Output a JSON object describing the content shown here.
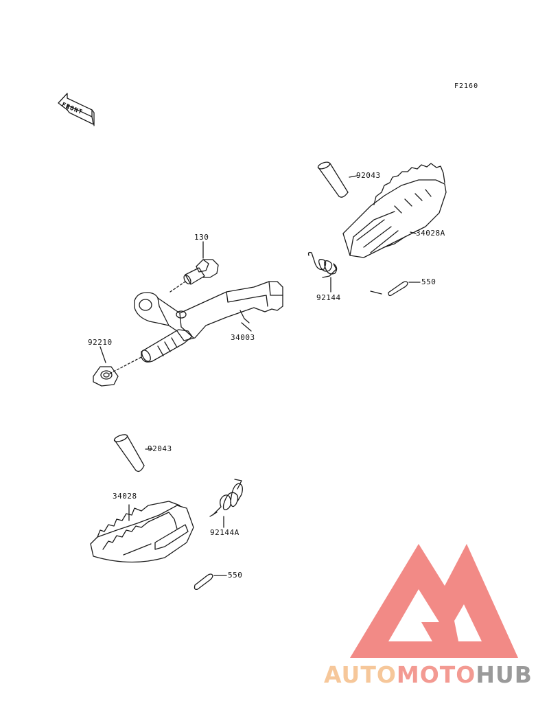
{
  "diagram": {
    "ref_code": "F2160",
    "front_label": "FRONT",
    "labels": {
      "p130": "130",
      "p92210": "92210",
      "p34003": "34003",
      "p92043_top": "92043",
      "p34028A": "34028A",
      "p92144": "92144",
      "p550_top": "550",
      "p92043_bottom": "92043",
      "p34028": "34028",
      "p92144A": "92144A",
      "p550_bottom": "550"
    }
  },
  "watermark": {
    "part1": "AUTO",
    "part2": "MOTO",
    "part3": "HUB",
    "colors": {
      "auto": "#f6c79a",
      "moto": "#f39a92",
      "hub": "#9a9a9a",
      "triangle": "#f28a86"
    }
  }
}
